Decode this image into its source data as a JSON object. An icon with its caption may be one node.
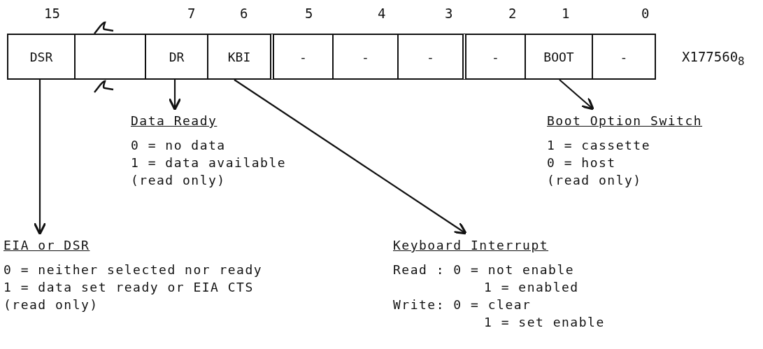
{
  "diagram": {
    "nodes": [
      {
        "text": [
          "DSR"
        ]
      },
      {
        "text": [],
        "shape": "box"
      },
      {
        "text": [
          "DR"
        ]
      },
      {
        "text": [
          "KBI"
        ]
      },
      {
        "text": [
          "-"
        ]
      },
      {
        "text": [
          "-"
        ]
      },
      {
        "text": [
          "-"
        ]
      },
      {
        "text": [
          "-"
        ]
      },
      {
        "text": [
          "BOOT"
        ]
      },
      {
        "text": [
          "-"
        ]
      },
      {
        "text": [
          "Data Ready",
          "0 = no data",
          "1 = data available",
          "(read only)"
        ]
      },
      {
        "text": [
          "Boot Option Switch",
          "1 = cassette",
          "0 = host",
          "(read only)"
        ]
      },
      {
        "text": [
          "EIA or DSR",
          "0 = neither selected nor ready",
          "1 = data set ready or EIA CTS",
          "(read only)"
        ]
      },
      {
        "text": [
          "Keyboard Interrupt",
          "Read : 0 = not enable",
          "1 = enabled",
          "Write: 0 = clear",
          "1 = set enable"
        ]
      }
    ],
    "edges": [
      {
        "from": 2,
        "to": 10,
        "arrow": "to"
      },
      {
        "from": 8,
        "to": 11,
        "arrow": "to"
      },
      {
        "from": 0,
        "to": 12,
        "arrow": "to"
      },
      {
        "from": 3,
        "to": 13,
        "arrow": "to"
      }
    ],
    "labels": [
      "15",
      "7",
      "6",
      "5",
      "4",
      "3",
      "2",
      "1",
      "0",
      "X177560$_{8}$"
    ]
  }
}
